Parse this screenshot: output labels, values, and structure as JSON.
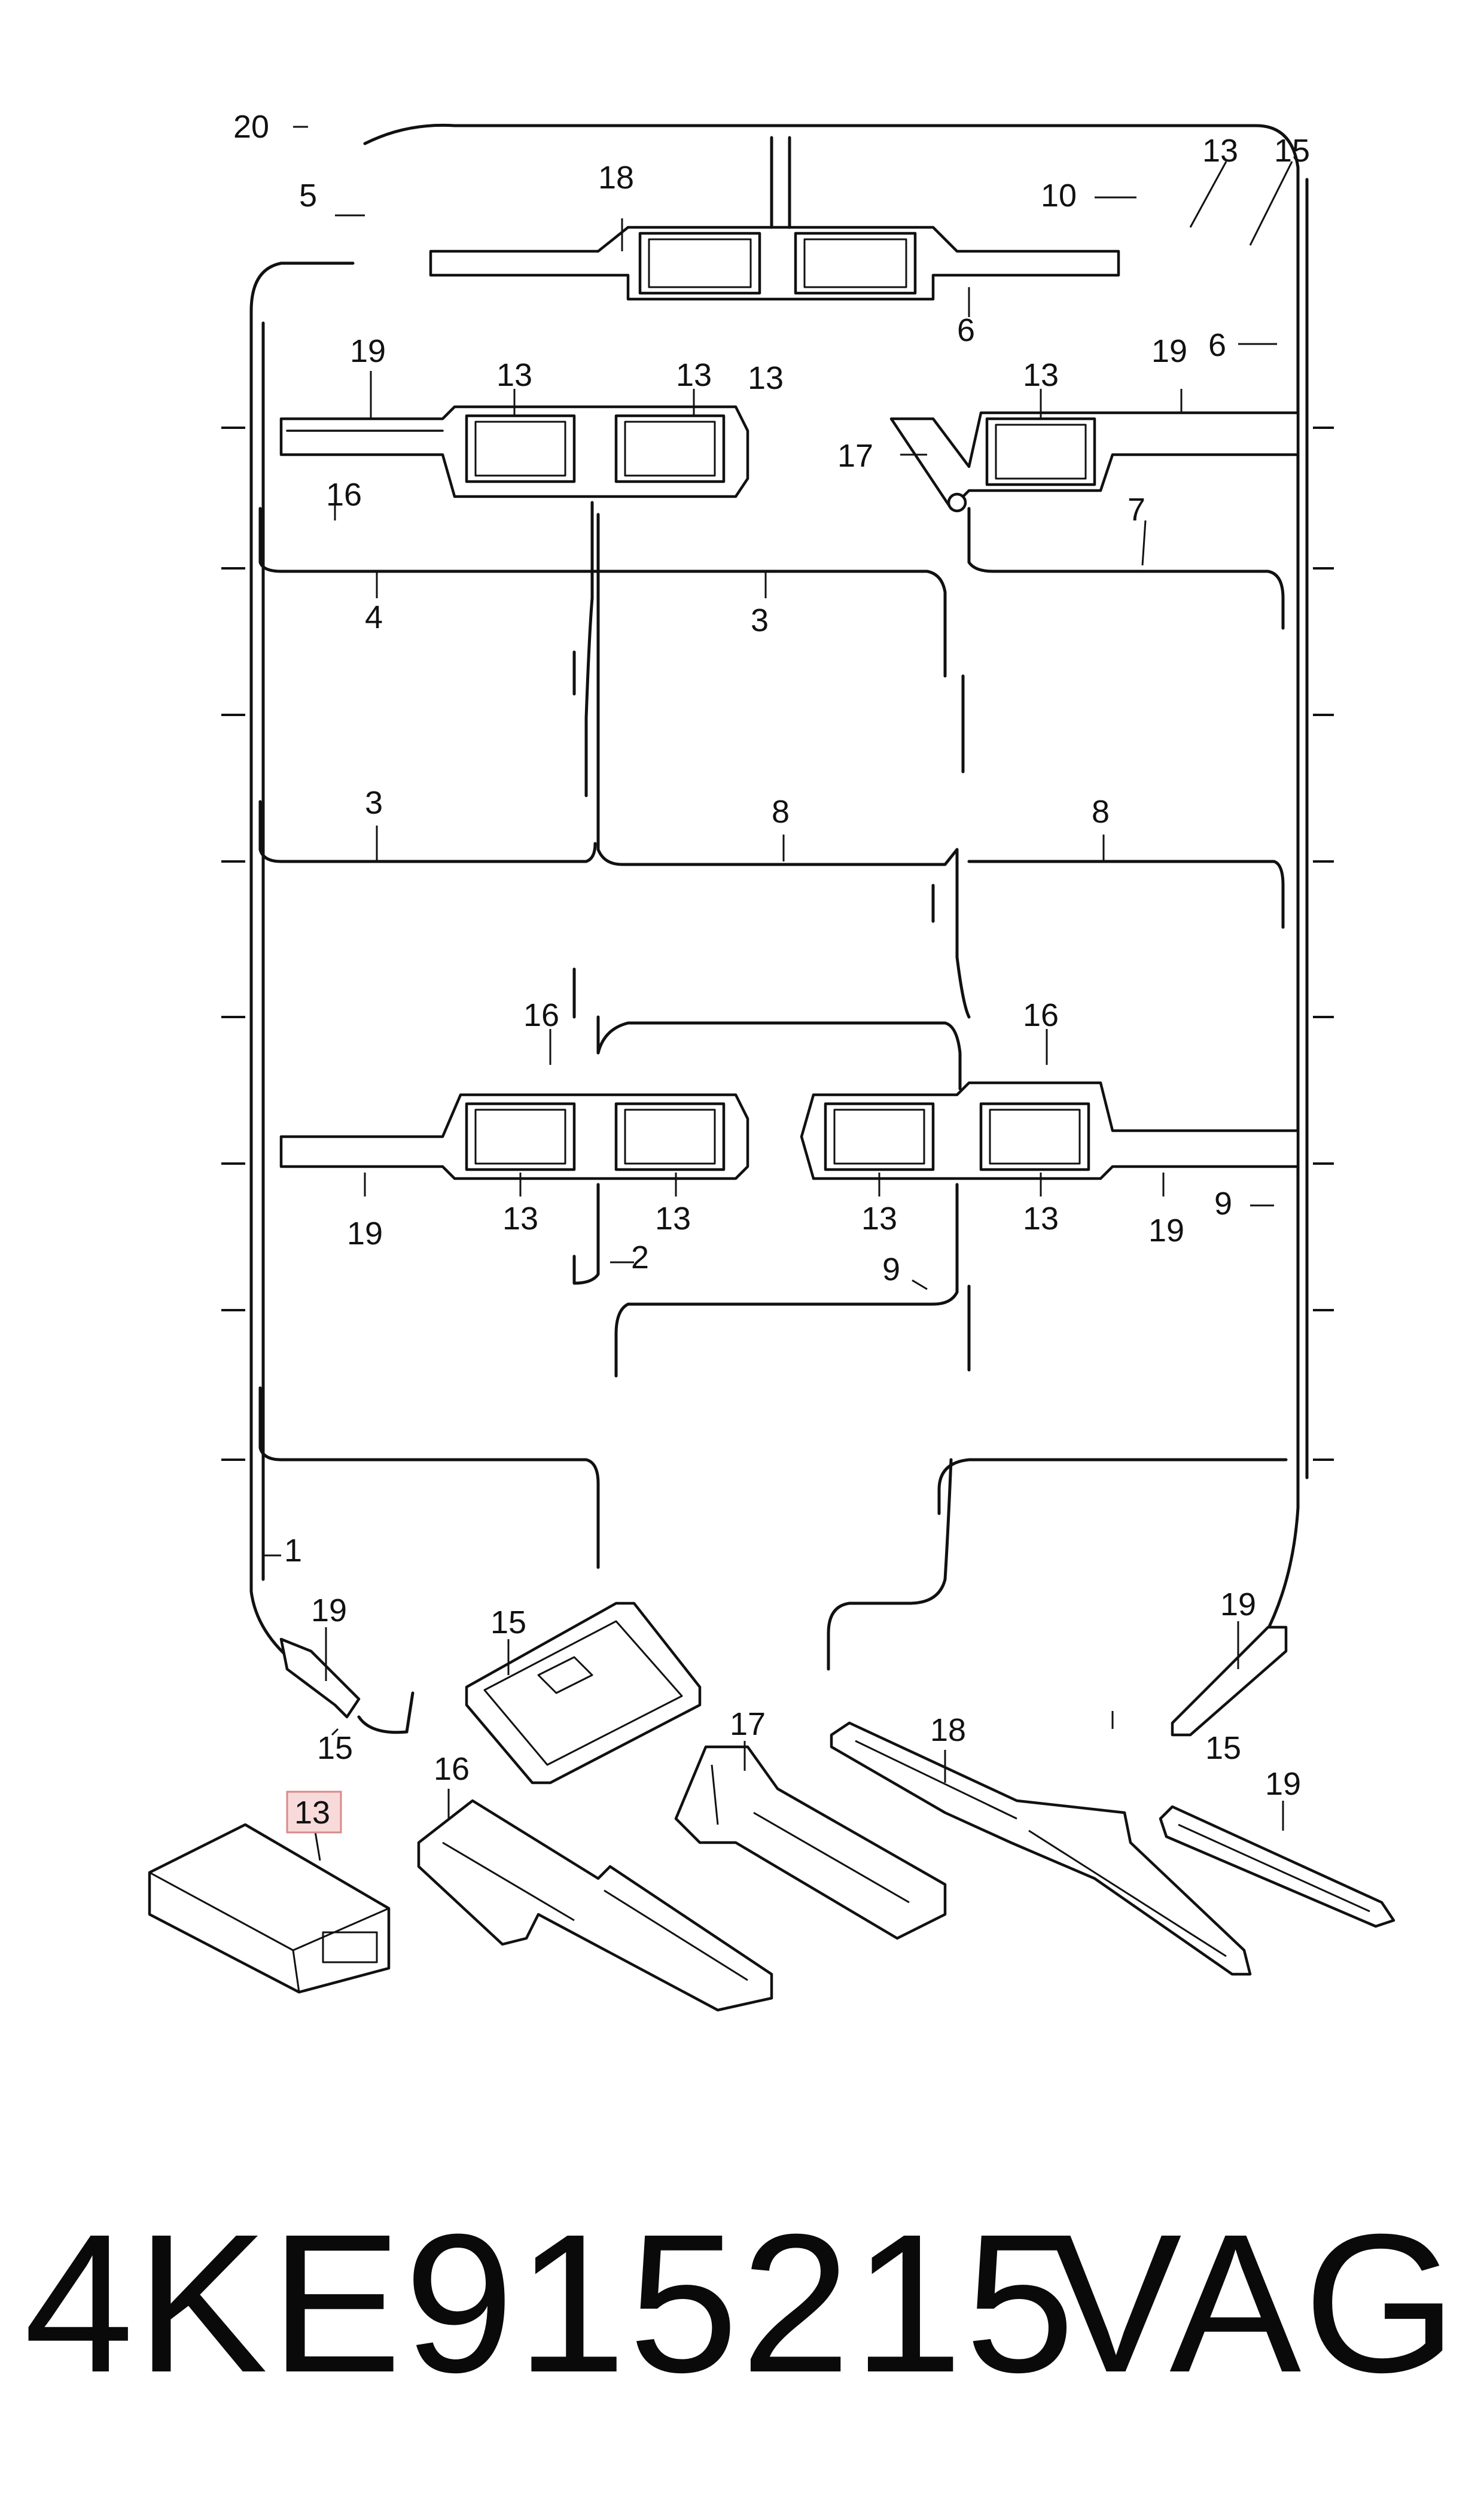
{
  "diagram": {
    "callouts": [
      "20",
      "5",
      "18",
      "10",
      "13",
      "15",
      "6",
      "13",
      "6",
      "19",
      "13",
      "13",
      "19",
      "13",
      "16",
      "17",
      "4",
      "3",
      "7",
      "3",
      "8",
      "8",
      "16",
      "16",
      "19",
      "13",
      "13",
      "13",
      "13",
      "19",
      "9",
      "2",
      "9",
      "1",
      "19",
      "15",
      "15",
      "16",
      "17",
      "18",
      "19",
      "19",
      "15",
      "13"
    ],
    "highlighted_callout": "13"
  },
  "caption": {
    "part_number": "4KE915215",
    "brand": "VAG"
  }
}
